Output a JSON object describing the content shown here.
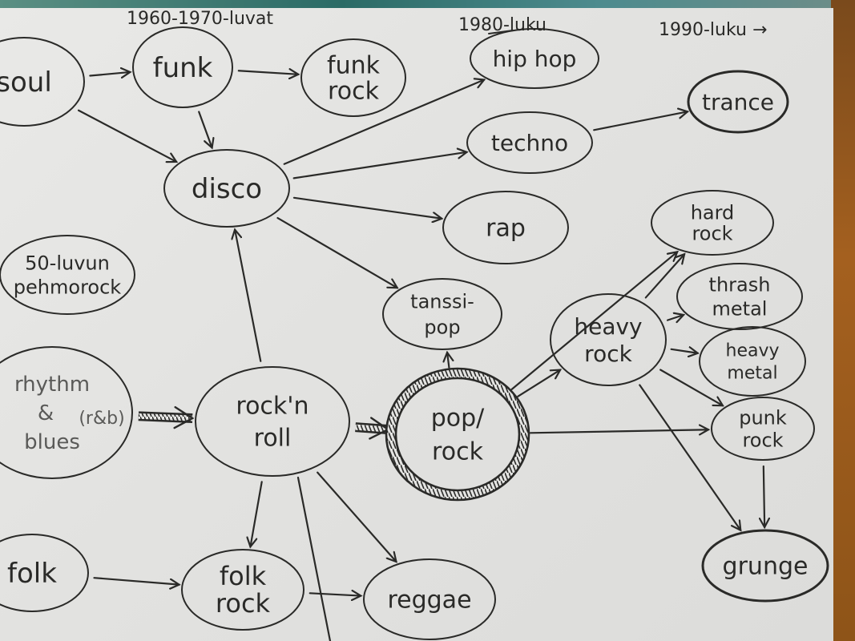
{
  "title": "Musiikkityylien sukupuu (käsin piirretty kaavio)",
  "ink_color": "#2a2a28",
  "periods": [
    {
      "id": "p6070",
      "label": "1960-1970-luvat"
    },
    {
      "id": "p80",
      "label": "1980-luku"
    },
    {
      "id": "p90",
      "label": "1990-luku →"
    }
  ],
  "nodes": [
    {
      "id": "soul",
      "lines": [
        "soul"
      ],
      "note": "partly cut off at left edge"
    },
    {
      "id": "funk",
      "lines": [
        "funk"
      ]
    },
    {
      "id": "funk-rock",
      "lines": [
        "funk",
        "rock"
      ]
    },
    {
      "id": "hip-hop",
      "lines": [
        "hip hop"
      ]
    },
    {
      "id": "techno",
      "lines": [
        "techno"
      ]
    },
    {
      "id": "trance",
      "lines": [
        "trance"
      ]
    },
    {
      "id": "disco",
      "lines": [
        "disco"
      ]
    },
    {
      "id": "rap",
      "lines": [
        "rap"
      ]
    },
    {
      "id": "pehmorock",
      "lines": [
        "50-luvun",
        "pehmorock"
      ]
    },
    {
      "id": "tanssipop",
      "lines": [
        "tanssi-",
        "pop"
      ]
    },
    {
      "id": "hard-rock",
      "lines": [
        "hard",
        "rock"
      ]
    },
    {
      "id": "thrash-metal",
      "lines": [
        "thrash",
        "metal"
      ]
    },
    {
      "id": "heavy-rock",
      "lines": [
        "heavy",
        "rock"
      ]
    },
    {
      "id": "heavy-metal",
      "lines": [
        "heavy",
        "metal"
      ]
    },
    {
      "id": "rnb",
      "lines": [
        "rhythm",
        "&",
        "blues"
      ],
      "extra": "(r&b)"
    },
    {
      "id": "rock-n-roll",
      "lines": [
        "rock'n",
        "roll"
      ]
    },
    {
      "id": "pop-rock",
      "lines": [
        "pop/",
        "rock"
      ],
      "emphasis": true
    },
    {
      "id": "punk-rock",
      "lines": [
        "punk",
        "rock"
      ]
    },
    {
      "id": "folk",
      "lines": [
        "folk"
      ]
    },
    {
      "id": "folk-rock",
      "lines": [
        "folk",
        "rock"
      ]
    },
    {
      "id": "reggae",
      "lines": [
        "reggae"
      ]
    },
    {
      "id": "grunge",
      "lines": [
        "grunge"
      ]
    }
  ],
  "edges": [
    {
      "from": "soul",
      "to": "funk"
    },
    {
      "from": "funk",
      "to": "funk-rock"
    },
    {
      "from": "funk",
      "to": "disco"
    },
    {
      "from": "soul",
      "to": "disco"
    },
    {
      "from": "disco",
      "to": "hip-hop"
    },
    {
      "from": "disco",
      "to": "techno"
    },
    {
      "from": "disco",
      "to": "rap"
    },
    {
      "from": "disco",
      "to": "tanssipop"
    },
    {
      "from": "techno",
      "to": "trance"
    },
    {
      "from": "rock-n-roll",
      "to": "disco"
    },
    {
      "from": "rnb",
      "to": "rock-n-roll",
      "style": "thick"
    },
    {
      "from": "rock-n-roll",
      "to": "pop-rock",
      "style": "thick"
    },
    {
      "from": "rock-n-roll",
      "to": "folk-rock"
    },
    {
      "from": "rock-n-roll",
      "to": "reggae"
    },
    {
      "from": "rock-n-roll",
      "to": "offpage",
      "style": "line"
    },
    {
      "from": "folk",
      "to": "folk-rock"
    },
    {
      "from": "folk-rock",
      "to": "reggae"
    },
    {
      "from": "pop-rock",
      "to": "tanssipop"
    },
    {
      "from": "pop-rock",
      "to": "hard-rock"
    },
    {
      "from": "pop-rock",
      "to": "heavy-rock"
    },
    {
      "from": "pop-rock",
      "to": "punk-rock"
    },
    {
      "from": "heavy-rock",
      "to": "hard-rock"
    },
    {
      "from": "heavy-rock",
      "to": "thrash-metal"
    },
    {
      "from": "heavy-rock",
      "to": "heavy-metal"
    },
    {
      "from": "heavy-rock",
      "to": "punk-rock"
    },
    {
      "from": "heavy-rock",
      "to": "grunge"
    },
    {
      "from": "punk-rock",
      "to": "grunge"
    }
  ]
}
